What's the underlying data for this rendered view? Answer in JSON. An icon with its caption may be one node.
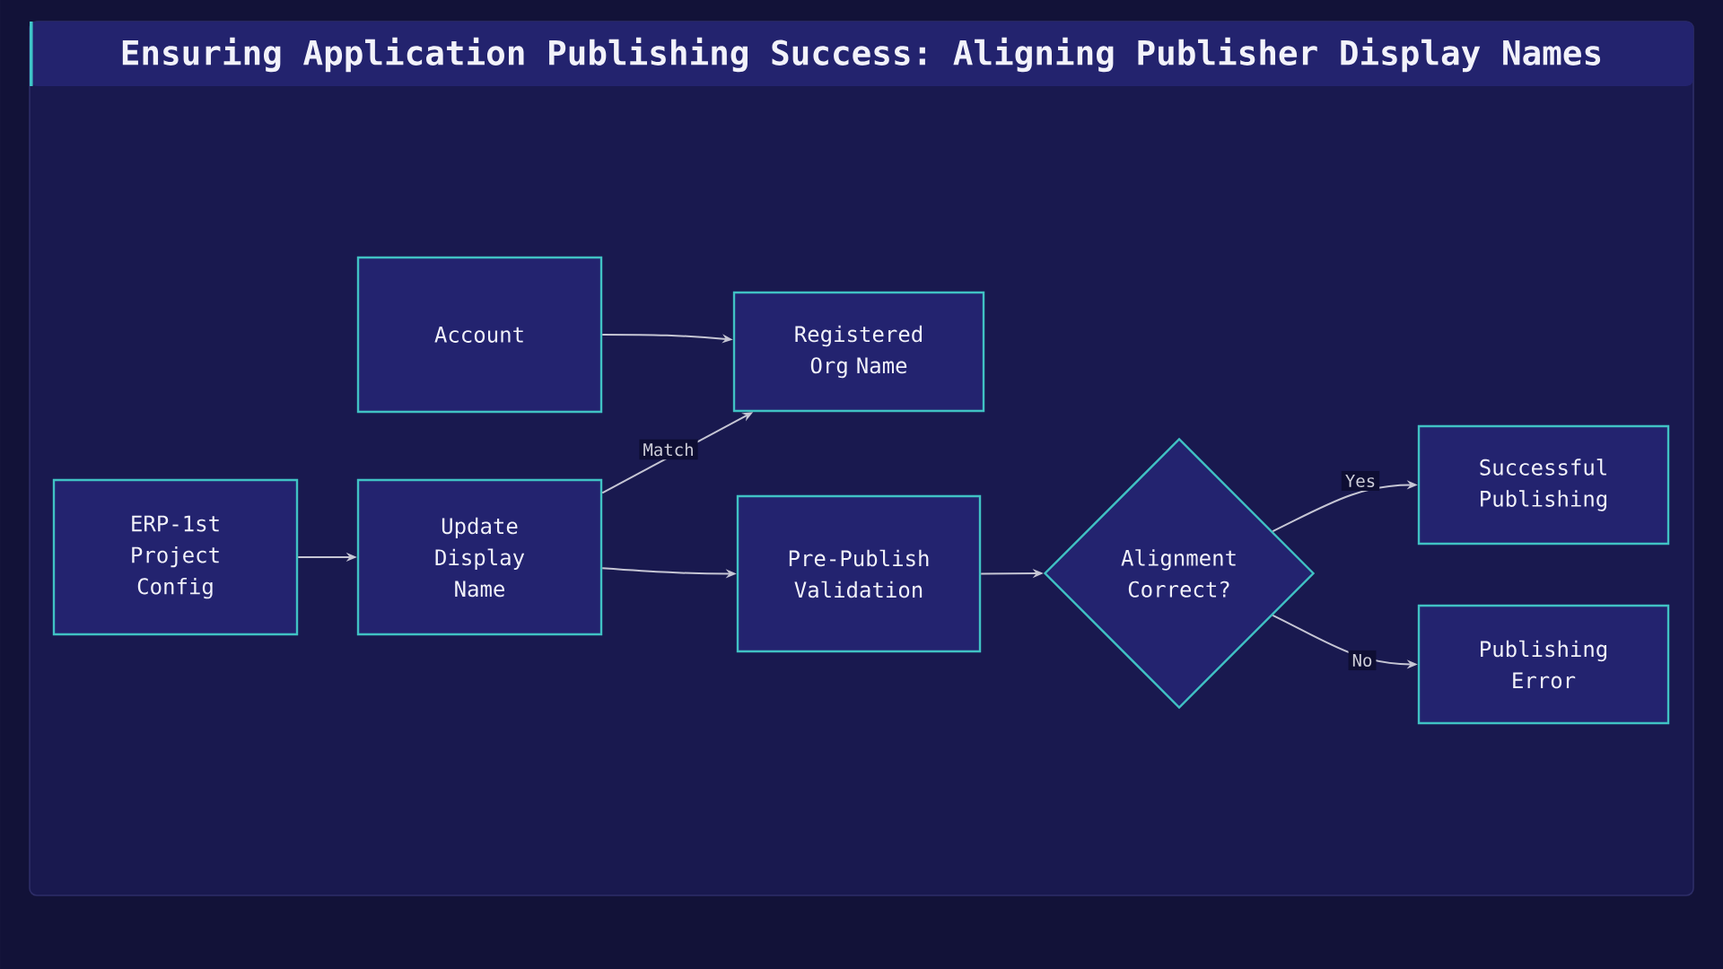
{
  "diagram": {
    "title": "Ensuring Application Publishing Success: Aligning Publisher Display Names",
    "nodes": [
      {
        "text": [
          "ERP-1st Project Config"
        ]
      },
      {
        "text": [
          "Account"
        ]
      },
      {
        "text": [
          "Update Display Name"
        ]
      },
      {
        "text": [
          "Registered Org Name"
        ]
      },
      {
        "text": [
          "Pre-Publish Validation"
        ]
      },
      {
        "text": [
          "Alignment Correct?"
        ]
      },
      {
        "text": [
          "Successful Publishing"
        ]
      },
      {
        "text": [
          "Publishing Error"
        ]
      }
    ],
    "edges": [
      {
        "from": 0,
        "to": 2,
        "arrow": "to"
      },
      {
        "from": 1,
        "to": 3,
        "arrow": "to"
      },
      {
        "from": 2,
        "to": 3,
        "label": "Match",
        "arrow": "to"
      },
      {
        "from": 2,
        "to": 4,
        "arrow": "to"
      },
      {
        "from": 4,
        "to": 5,
        "arrow": "to"
      },
      {
        "from": 5,
        "to": 6,
        "label": "Yes",
        "arrow": "to"
      },
      {
        "from": 5,
        "to": 7,
        "label": "No",
        "arrow": "to"
      }
    ]
  }
}
